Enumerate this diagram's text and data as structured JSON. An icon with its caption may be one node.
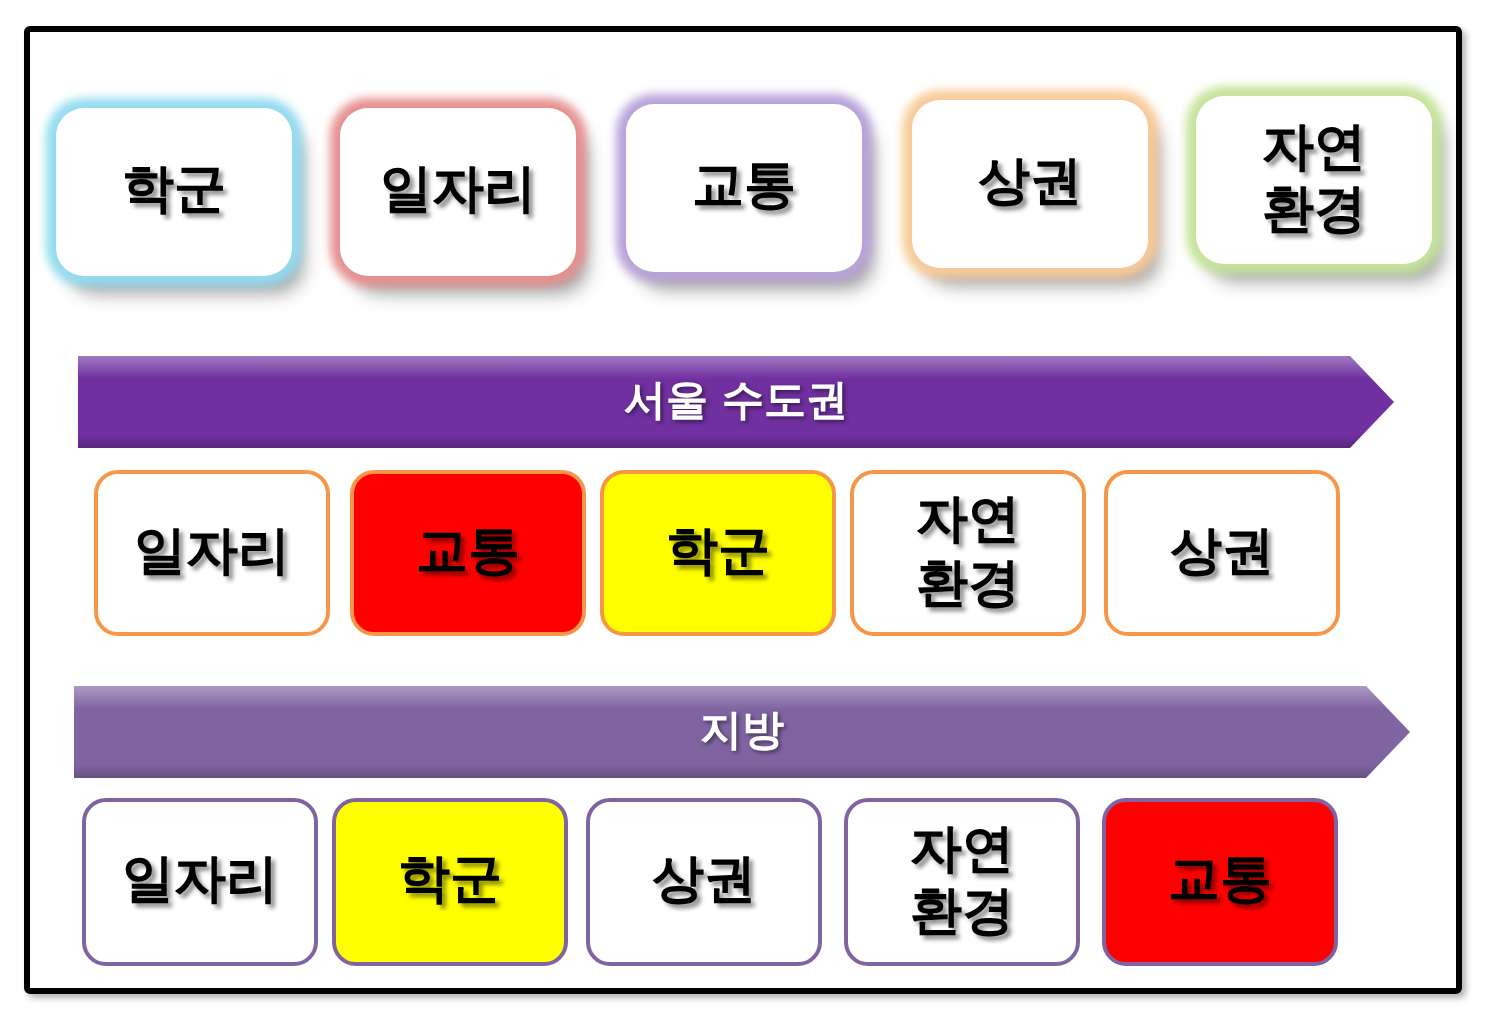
{
  "diagram": {
    "nodes": [
      {
        "text": [
          "학군"
        ]
      },
      {
        "text": [
          "일자리"
        ]
      },
      {
        "text": [
          "교통"
        ]
      },
      {
        "text": [
          "상권"
        ]
      },
      {
        "text": [
          "자연 환경"
        ]
      },
      {
        "text": [
          "서울 수도권"
        ]
      },
      {
        "text": [
          "일자리"
        ]
      },
      {
        "text": [
          "교통"
        ]
      },
      {
        "text": [
          "학군"
        ]
      },
      {
        "text": [
          "자연 환경"
        ]
      },
      {
        "text": [
          "상권"
        ]
      },
      {
        "text": [
          "지방"
        ]
      },
      {
        "text": [
          "일자리"
        ]
      },
      {
        "text": [
          "학군"
        ]
      },
      {
        "text": [
          "상권"
        ]
      },
      {
        "text": [
          "자연 환경"
        ]
      },
      {
        "text": [
          "교통"
        ]
      }
    ]
  }
}
